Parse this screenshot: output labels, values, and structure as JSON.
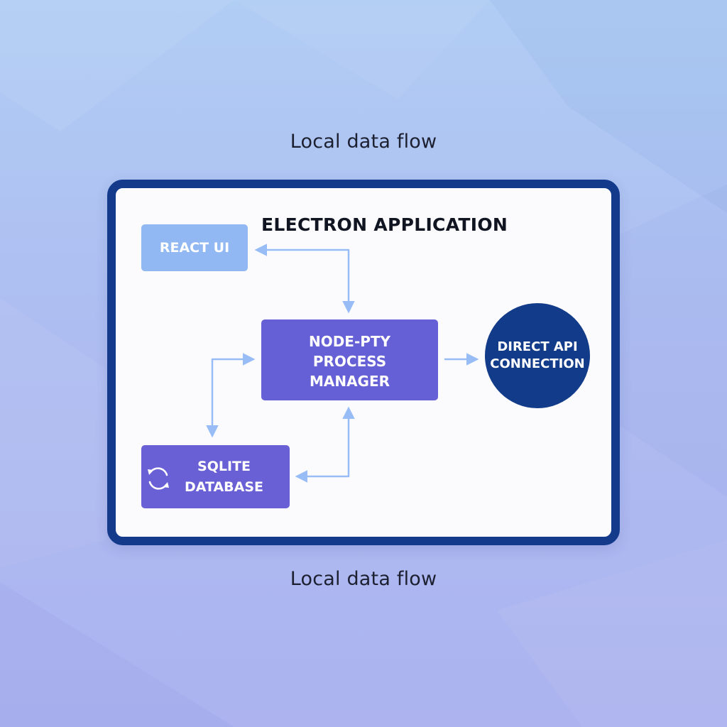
{
  "captions": {
    "top": "Local data flow",
    "bottom": "Local data flow"
  },
  "container": {
    "title": "ELECTRON APPLICATION"
  },
  "nodes": {
    "react_ui": "REACT UI",
    "process_manager": {
      "line1": "NODE-PTY",
      "line2": "PROCESS",
      "line3": "MANAGER"
    },
    "database": {
      "line1": "SQLITE",
      "line2": "DATABASE",
      "icon": "sync-icon"
    },
    "api": {
      "line1": "DIRECT API",
      "line2": "CONNECTION"
    }
  },
  "colors": {
    "frame_border": "#143a8c",
    "react_ui": "#91b8f2",
    "process_manager": "#6660d6",
    "database": "#6a60d6",
    "api": "#123b89",
    "connector": "#98bdf6"
  }
}
